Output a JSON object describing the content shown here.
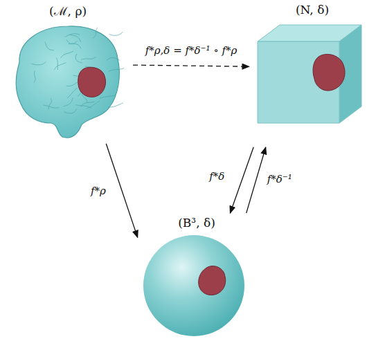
{
  "diagram": {
    "nodes": [
      {
        "text": [
          "(ℳ, ρ)"
        ]
      },
      {
        "text": [
          "(N, δ)"
        ]
      },
      {
        "text": [
          "(B³, δ)"
        ]
      }
    ],
    "edges": [
      {
        "from": 0,
        "to": 1,
        "arrow": "to",
        "label": "f*ρ,δ = f*δ⁻¹ ∘ f*ρ"
      },
      {
        "from": 0,
        "to": 2,
        "arrow": "to",
        "label": "f*ρ"
      },
      {
        "from": 1,
        "to": 2,
        "arrow": "to",
        "label": "f*δ"
      },
      {
        "from": 2,
        "to": 1,
        "arrow": "to",
        "label": "f*δ⁻¹"
      }
    ]
  }
}
